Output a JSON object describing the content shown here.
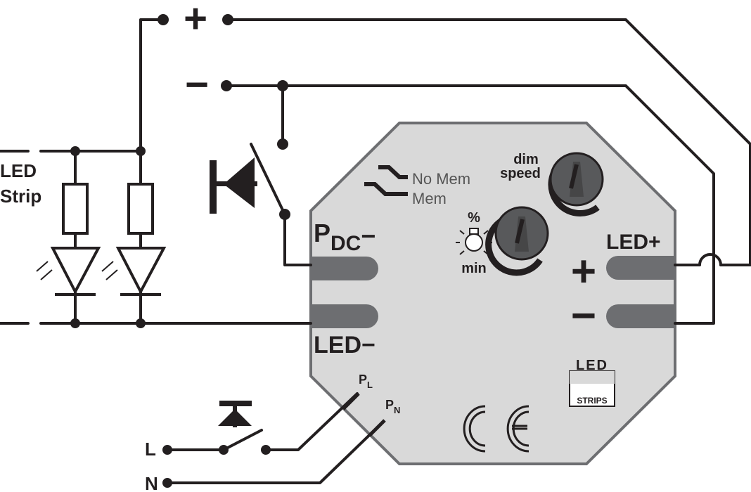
{
  "labels": {
    "plus_top": "+",
    "minus_top": "−",
    "led_strip_line1": "LED",
    "led_strip_line2": "Strip",
    "no_mem": "No Mem",
    "mem": "Mem",
    "dim_line1": "dim",
    "dim_line2": "speed",
    "percent": "%",
    "min": "min",
    "pdc_p": "P",
    "pdc_sub": "DC",
    "pdc_minus": "−",
    "led_plus": "LED+",
    "led_minus": "LED−",
    "plus_right": "+",
    "minus_right": "−",
    "pl_p": "P",
    "pl_sub": "L",
    "pn_p": "P",
    "pn_sub": "N",
    "logo_top": "LED",
    "logo_bottom": "STRIPS",
    "ce": "CE",
    "line_l": "L",
    "line_n": "N"
  },
  "colors": {
    "wire": "#231f20",
    "housing": "#d9d9d9",
    "housing_border": "#6d6e71",
    "terminal": "#6d6e71",
    "knob": "#58595b"
  }
}
